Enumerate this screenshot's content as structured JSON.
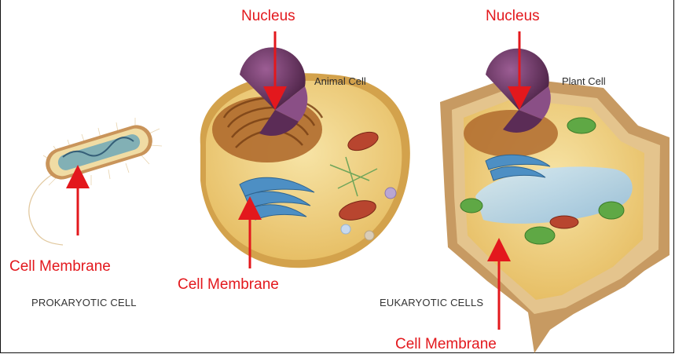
{
  "labels": {
    "nucleus_animal": "Nucleus",
    "nucleus_plant": "Nucleus",
    "animal_cell": "Animal Cell",
    "plant_cell": "Plant Cell",
    "membrane_prokaryote": "Cell Membrane",
    "membrane_animal": "Cell Membrane",
    "membrane_plant": "Cell Membrane",
    "prokaryotic_caption": "PROKARYOTIC CELL",
    "eukaryotic_caption": "EUKARYOTIC CELLS"
  },
  "colors": {
    "pointer": "#e3181d",
    "label_red": "#e3181d",
    "cytoplasm": "#f2d68a",
    "membrane": "#d9a94f",
    "nucleus": "#6e3a6a",
    "golgi": "#5b93c6",
    "mitochondria": "#b8452f",
    "chloroplast": "#5fa845",
    "cell_wall": "#c9a06a",
    "vacuole": "#a9cdea"
  },
  "icons": {
    "pointer": "red-arrow",
    "prokaryote": "bacterium-illustration",
    "animal": "animal-cell-illustration",
    "plant": "plant-cell-illustration"
  }
}
